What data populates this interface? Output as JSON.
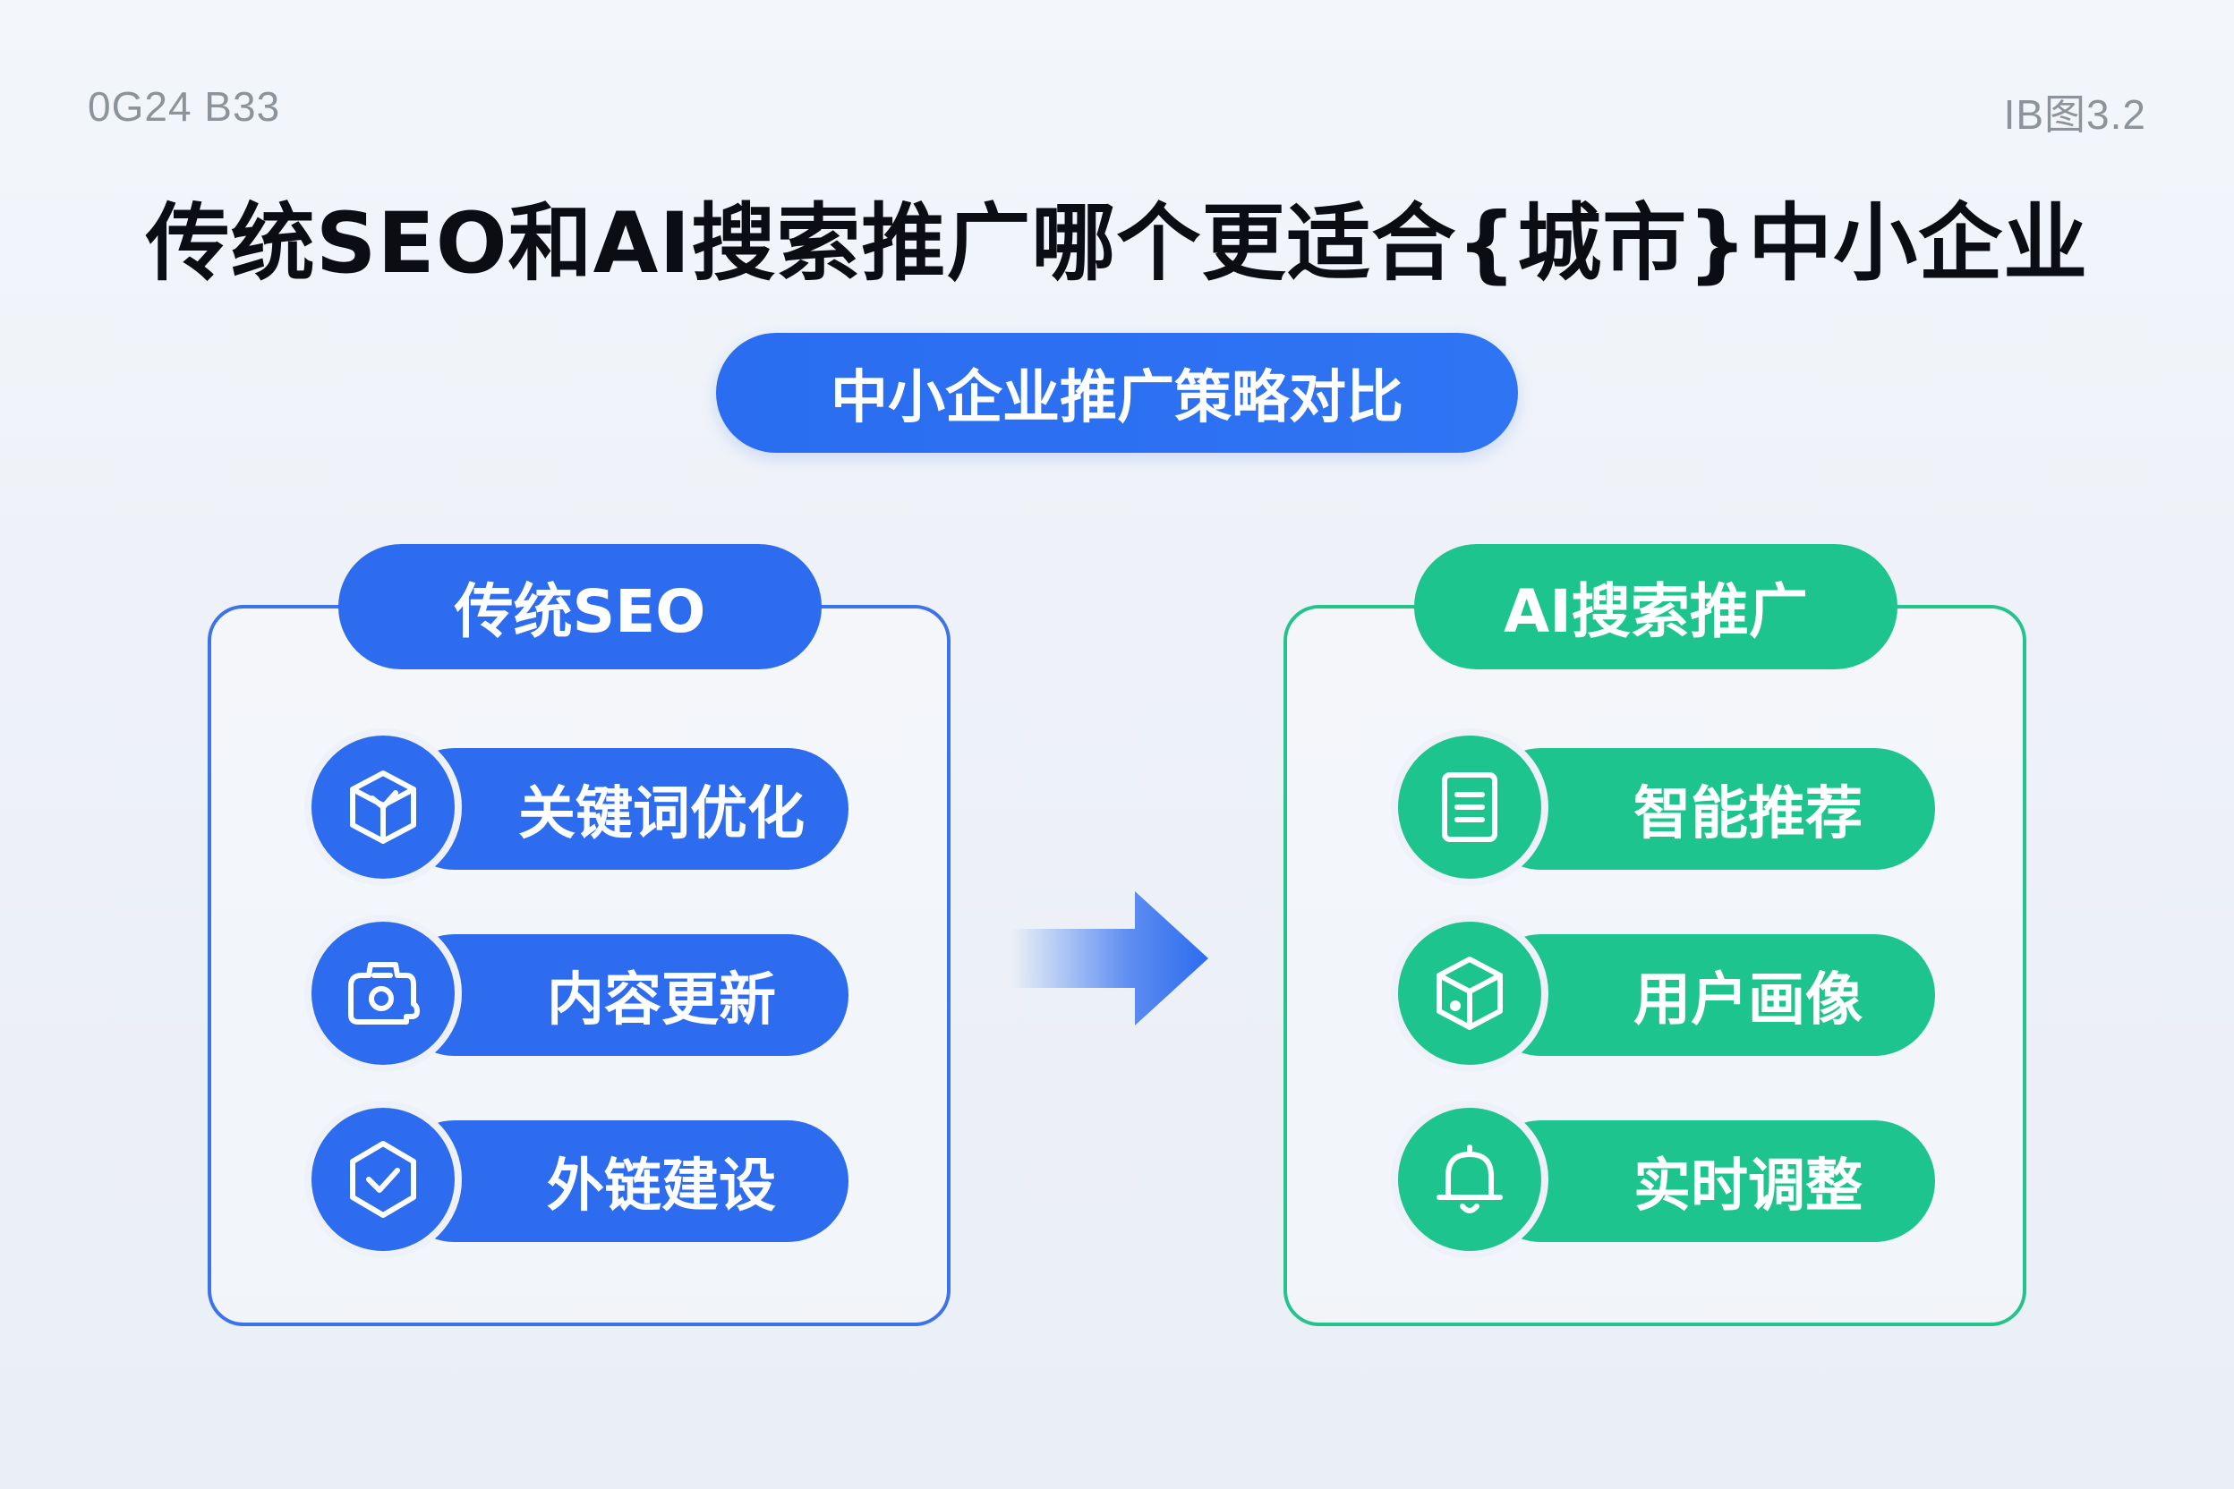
{
  "corner": {
    "left_tag": "0G24 B33",
    "right_tag": "IB图3.2"
  },
  "title": "传统SEO和AI搜索推广哪个更适合{城市}中小企业",
  "subtitle": "中小企业推广策略对比",
  "left_panel": {
    "header": "传统SEO",
    "accent": "#2d6cef",
    "items": [
      {
        "label": "关键词优化",
        "icon": "cube-icon"
      },
      {
        "label": "内容更新",
        "icon": "camera-icon"
      },
      {
        "label": "外链建设",
        "icon": "shield-check-icon"
      }
    ]
  },
  "right_panel": {
    "header": "AI搜索推广",
    "accent": "#1ec48d",
    "items": [
      {
        "label": "智能推荐",
        "icon": "document-icon"
      },
      {
        "label": "用户画像",
        "icon": "box-icon"
      },
      {
        "label": "实时调整",
        "icon": "bell-icon"
      }
    ]
  },
  "arrow": {
    "icon": "arrow-right-icon"
  }
}
